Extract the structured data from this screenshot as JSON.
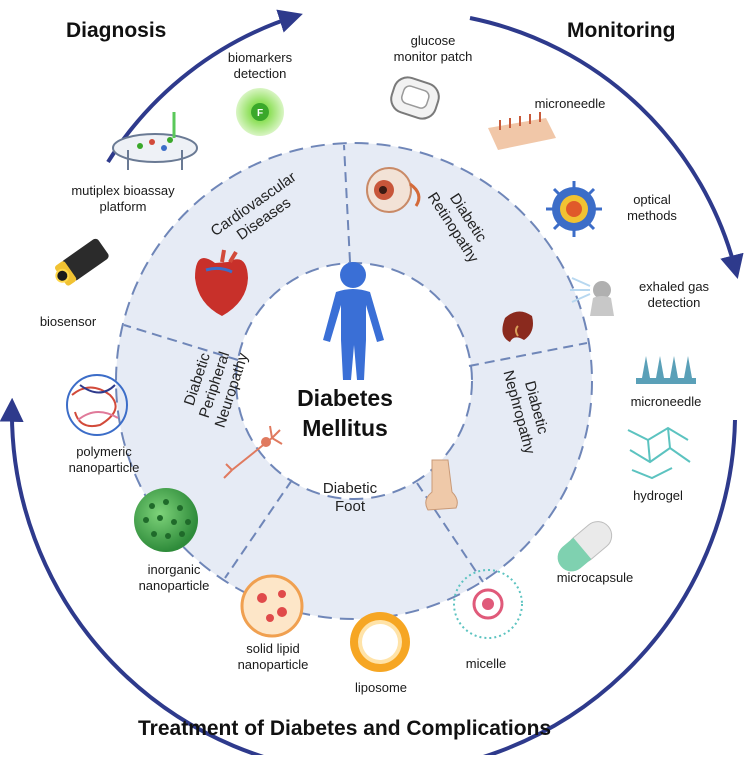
{
  "sections": {
    "diagnosis": "Diagnosis",
    "monitoring": "Monitoring",
    "treatment": "Treatment of Diabetes and Complications"
  },
  "center": {
    "line1": "Diabetes",
    "line2": "Mellitus"
  },
  "complications": {
    "cardio": [
      "Cardiovascular",
      "Diseases"
    ],
    "retino": [
      "Diabetic",
      "Retinopathy"
    ],
    "nephro": [
      "Diabetic",
      "Nephropathy"
    ],
    "foot": [
      "Diabetic",
      "Foot"
    ],
    "neuro": [
      "Diabetic",
      "Peripheral",
      "Neuropathy"
    ]
  },
  "items": {
    "biomarkers": [
      "biomarkers",
      "detection"
    ],
    "multiplex": [
      "mutiplex bioassay",
      "platform"
    ],
    "biosensor": [
      "biosensor"
    ],
    "glucose_patch": [
      "glucose",
      "monitor patch"
    ],
    "microneedle_monitor": [
      "microneedle"
    ],
    "optical": [
      "optical",
      "methods"
    ],
    "exhaled": [
      "exhaled gas",
      "detection"
    ],
    "microneedle_treat": [
      "microneedle"
    ],
    "hydrogel": [
      "hydrogel"
    ],
    "microcapsule": [
      "microcapsule"
    ],
    "micelle": [
      "micelle"
    ],
    "liposome": [
      "liposome"
    ],
    "solid_lipid": [
      "solid lipid",
      "nanoparticle"
    ],
    "inorganic": [
      "inorganic",
      "nanoparticle"
    ],
    "polymeric": [
      "polymeric",
      "nanoparticle"
    ]
  },
  "colors": {
    "arrow": "#2e3a8c",
    "ring_fill": "#e6ebf5",
    "ring_border": "#6f86b8",
    "inner_fill": "#ffffff",
    "human": "#3a6fd6"
  }
}
